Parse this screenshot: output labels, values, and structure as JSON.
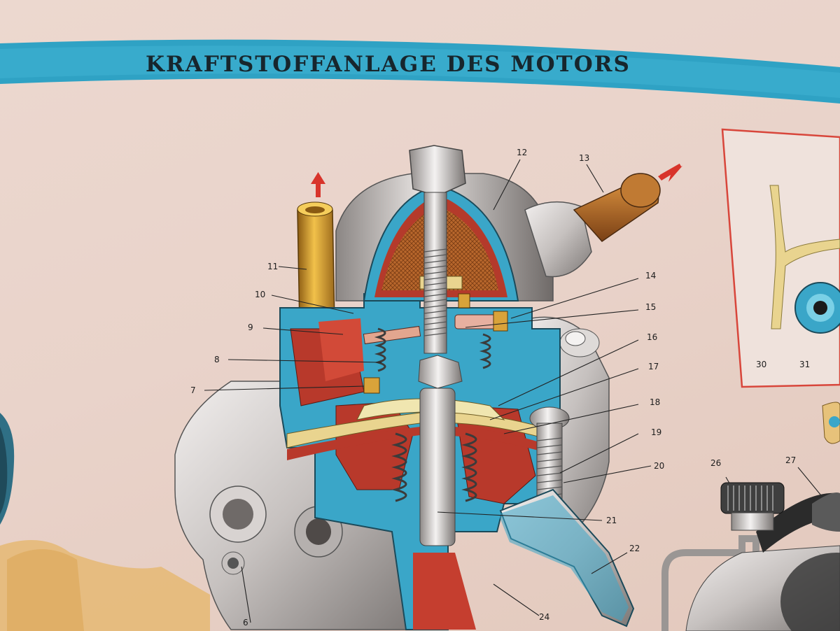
{
  "banner": {
    "title": "KRAFTSTOFFANLAGE DES MOTORS"
  },
  "callouts": [
    "6",
    "7",
    "8",
    "9",
    "10",
    "11",
    "12",
    "13",
    "14",
    "15",
    "16",
    "17",
    "18",
    "19",
    "20",
    "21",
    "22",
    "24",
    "26",
    "27",
    "30",
    "31"
  ],
  "colors": {
    "banner": "#2fa2c4",
    "paper": "#ecd8cf",
    "metal": "#c9c4c2",
    "cutaway_blue": "#3aa6c8",
    "red_section": "#b53a2c",
    "brass": "#d9a33a",
    "arrow": "#d8342b",
    "inset_frame": "#d8463b"
  }
}
